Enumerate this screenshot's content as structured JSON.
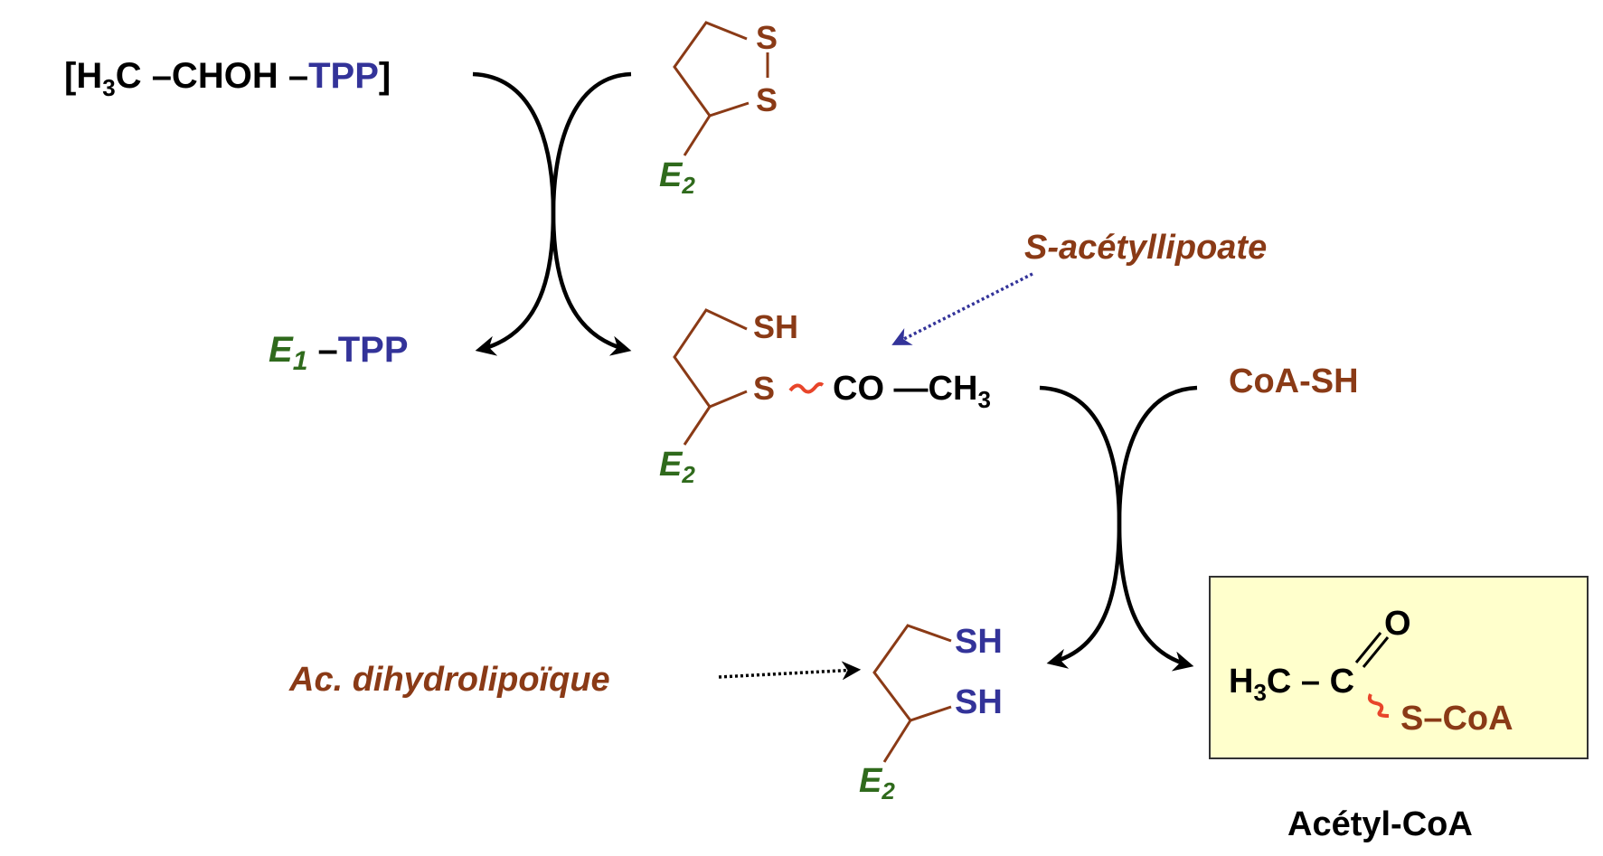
{
  "colors": {
    "black": "#000000",
    "brown": "#8a3a16",
    "green": "#2f6a1c",
    "blue": "#333399",
    "red": "#e8452a",
    "box_fill": "#ffffcc"
  },
  "substrate": {
    "open": "[H",
    "sub": "3",
    "mid": "C –CHOH –",
    "tpp": "TPP",
    "close": "]"
  },
  "lipoate_oxidized": {
    "s1": "S",
    "s2": "S",
    "enzyme": "E",
    "enzyme_sub": "2"
  },
  "e1_tpp": {
    "enzyme": "E",
    "enzyme_sub": "1",
    "dash": " –",
    "tpp": "TPP"
  },
  "s_acetyllipoate_label": "S-acétyllipoate",
  "acetyllipoate": {
    "sh": "SH",
    "s": "S",
    "co": "CO —CH",
    "co_sub": "3",
    "enzyme": "E",
    "enzyme_sub": "2"
  },
  "coa_sh": "CoA-SH",
  "dihydrolipoic_label": "Ac. dihydrolipoïque",
  "dihydrolipoate": {
    "sh1": "SH",
    "sh2": "SH",
    "enzyme": "E",
    "enzyme_sub": "2"
  },
  "acetyl_coa_box": {
    "h": "H",
    "h_sub": "3",
    "c": "C – C",
    "o": "O",
    "s_coa": "S–CoA"
  },
  "acetyl_coa_label": "Acétyl-CoA"
}
